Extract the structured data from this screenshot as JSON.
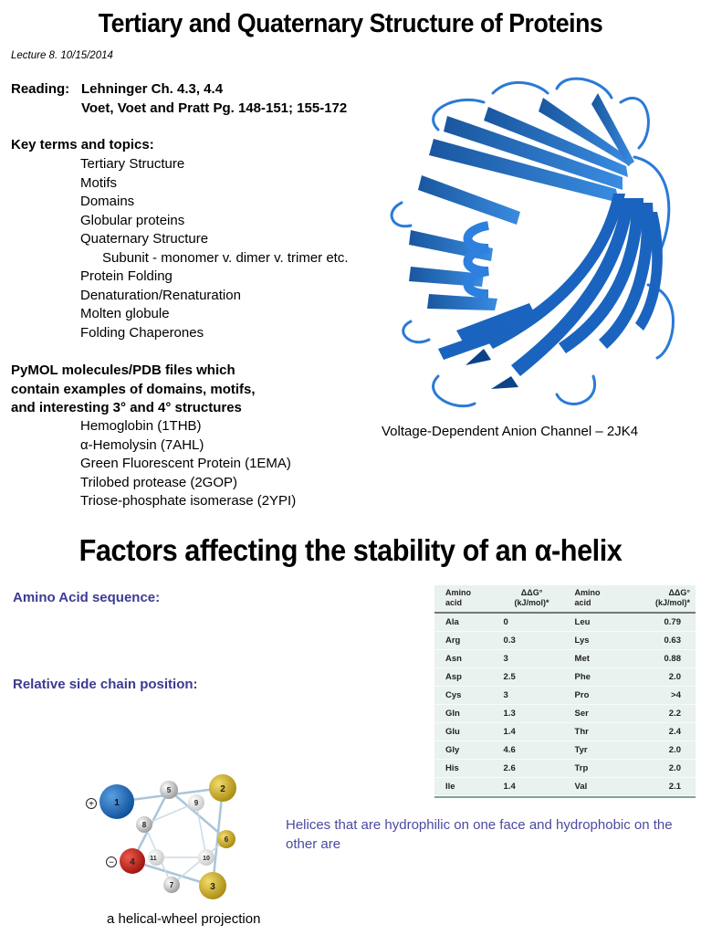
{
  "slide1": {
    "title": "Tertiary and Quaternary Structure of Proteins",
    "lecture": "Lecture 8. 10/15/2014",
    "reading": {
      "label": "Reading:",
      "lines": [
        "Lehninger Ch. 4.3, 4.4",
        "Voet, Voet and Pratt Pg. 148-151; 155-172"
      ]
    },
    "key_terms": {
      "heading": "Key terms and topics:",
      "items": [
        "Tertiary Structure",
        "Motifs",
        "Domains",
        "Globular proteins",
        "Quaternary Structure",
        "Subunit - monomer v. dimer  v. trimer etc.",
        "Protein Folding",
        "Denaturation/Renaturation",
        "Molten globule",
        "Folding Chaperones"
      ]
    },
    "pymol": {
      "heading_lines": [
        "PyMOL molecules/PDB files  which",
        "contain examples of domains, motifs,",
        "and interesting 3°  and 4°  structures"
      ],
      "items": [
        "Hemoglobin (1THB)",
        "α-Hemolysin (7AHL)",
        "Green Fluorescent Protein (1EMA)",
        "Trilobed protease (2GOP)",
        "Triose-phosphate isomerase (2YPI)"
      ]
    },
    "figure": {
      "caption": "Voltage-Dependent Anion Channel – 2JK4",
      "color": "#1f6fc9"
    }
  },
  "slide2": {
    "title": "Factors affecting the stability of an α-helix",
    "amino_acid_heading": "Amino Acid sequence:",
    "side_chain_heading": "Relative side chain position:",
    "table": {
      "headers": [
        "Amino acid",
        "ΔΔG° (kJ/mol)*",
        "Amino acid",
        "ΔΔG° (kJ/mol)*"
      ],
      "header_lines": {
        "aa1": "Amino",
        "aa2": "acid",
        "dg1": "ΔΔG°",
        "dg2": "(kJ/mol)*"
      },
      "rows": [
        [
          "Ala",
          "0",
          "Leu",
          "0.79"
        ],
        [
          "Arg",
          "0.3",
          "Lys",
          "0.63"
        ],
        [
          "Asn",
          "3",
          "Met",
          "0.88"
        ],
        [
          "Asp",
          "2.5",
          "Phe",
          "2.0"
        ],
        [
          "Cys",
          "3",
          "Pro",
          ">4"
        ],
        [
          "Gln",
          "1.3",
          "Ser",
          "2.2"
        ],
        [
          "Glu",
          "1.4",
          "Thr",
          "2.4"
        ],
        [
          "Gly",
          "4.6",
          "Tyr",
          "2.0"
        ],
        [
          "His",
          "2.6",
          "Trp",
          "2.0"
        ],
        [
          "Ile",
          "1.4",
          "Val",
          "2.1"
        ]
      ]
    },
    "helix_text": "Helices that are hydrophilic on one face and hydrophobic on the other are",
    "wheel": {
      "caption": "a helical-wheel projection",
      "plus": "+",
      "minus": "−",
      "labels": [
        "1",
        "2",
        "3",
        "4",
        "5",
        "6",
        "7",
        "8",
        "9",
        "10",
        "11"
      ]
    }
  }
}
